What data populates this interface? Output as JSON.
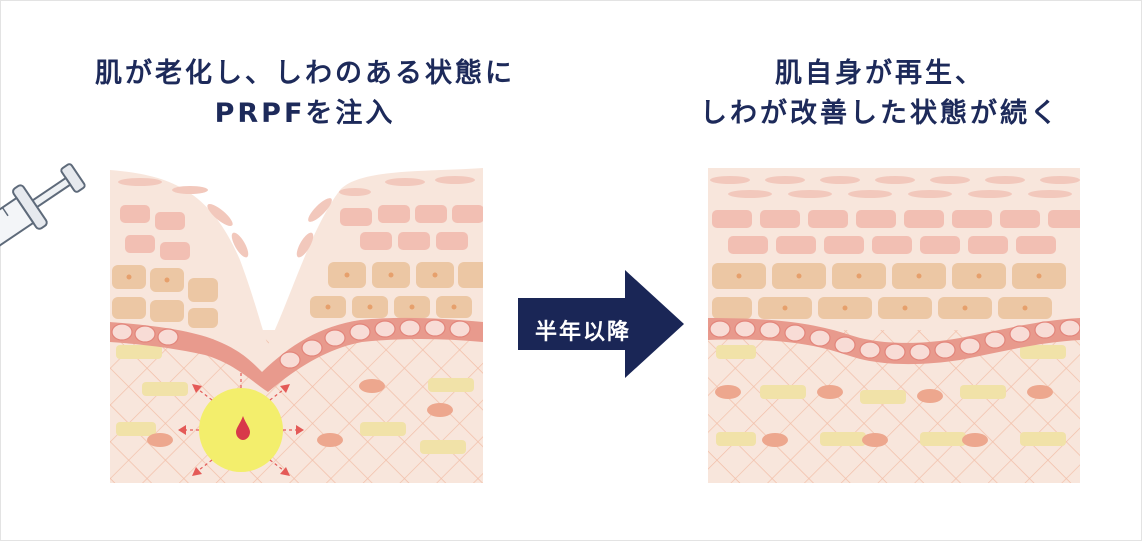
{
  "before": {
    "caption_line1": "肌が老化し、しわのある状態に",
    "caption_line2": "PRPFを注入"
  },
  "after": {
    "caption_line1": "肌自身が再生、",
    "caption_line2": "しわが改善した状態が続く"
  },
  "transition": {
    "label": "半年以降"
  },
  "colors": {
    "caption": "#1d2a5a",
    "arrow": "#1a2656",
    "skin_base": "#f8e6dc",
    "skin_cell": "#f2c8bc",
    "basal_cell": "#f4b9b4",
    "dermis_fibers": "#f2b7a8",
    "injection_zone": "#f3ee6c",
    "blood": "#d8394a"
  },
  "icons": [
    "syringe-icon",
    "arrow-right-icon",
    "blood-drop-icon"
  ]
}
